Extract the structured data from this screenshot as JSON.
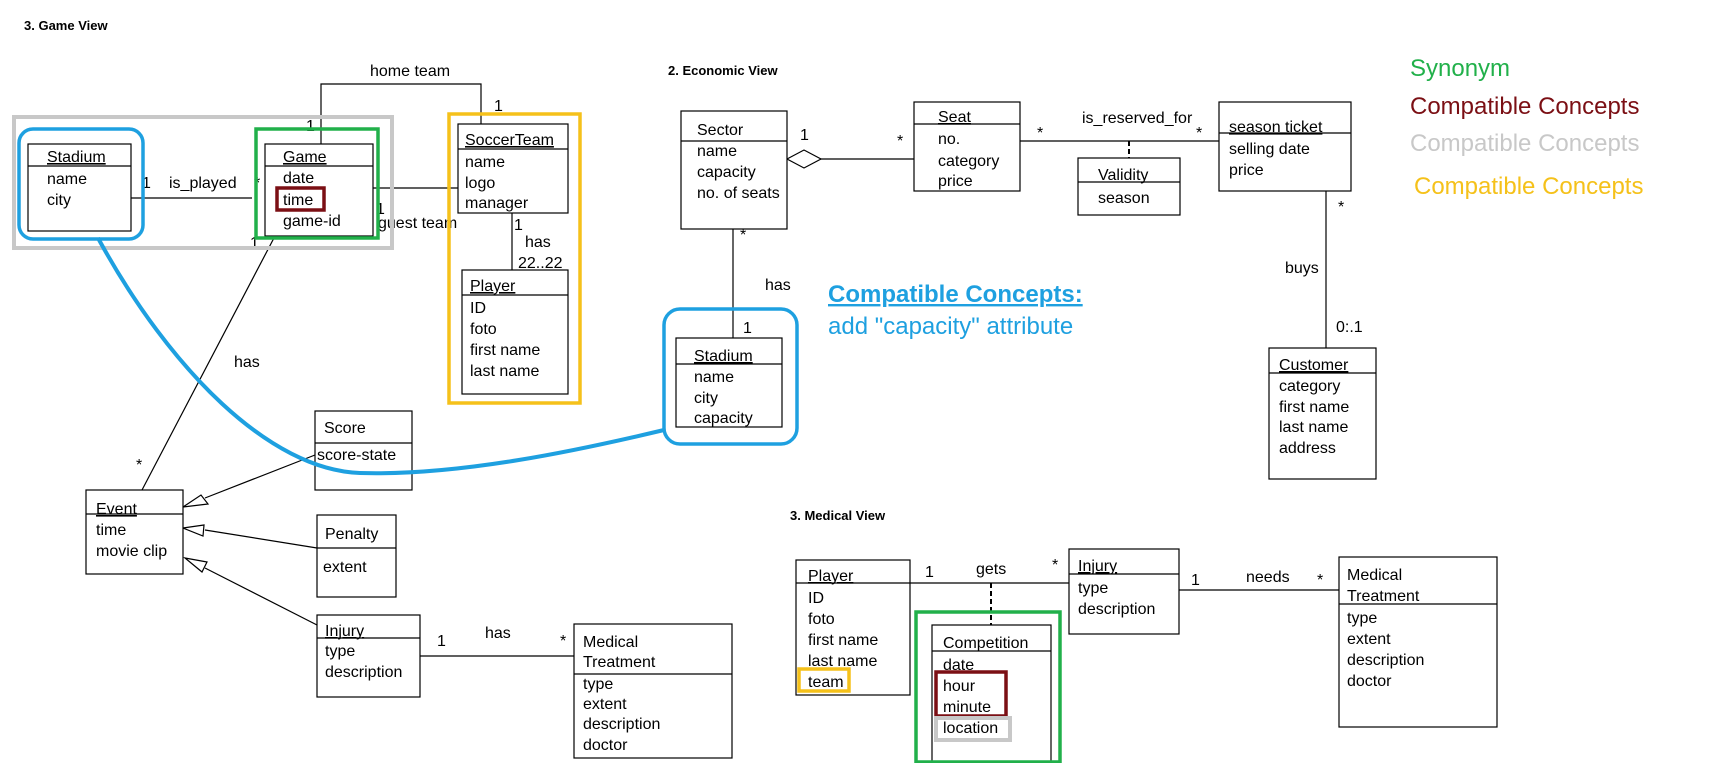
{
  "sections": {
    "game_view": "3. Game View",
    "economic_view": "2. Economic View",
    "medical_view": "3. Medical View"
  },
  "legend": {
    "synonym": "Synonym",
    "compatible_red": "Compatible Concepts",
    "compatible_gray": "Compatible Concepts",
    "compatible_yellow": "Compatible Concepts",
    "colors": {
      "synonym": "#21b04a",
      "red": "#7b0f14",
      "gray": "#c8c8c8",
      "yellow": "#f5c11a",
      "blue": "#1ea0e0"
    }
  },
  "note": {
    "title": "Compatible Concepts:",
    "text": "add \"capacity\" attribute"
  },
  "game_view": {
    "stadium": {
      "name": "Stadium",
      "attrs": [
        "name",
        "city"
      ]
    },
    "game": {
      "name": "Game",
      "attrs": [
        "date",
        "time",
        "game-id"
      ]
    },
    "soccerteam": {
      "name": "SoccerTeam",
      "attrs": [
        "name",
        "logo",
        "manager"
      ]
    },
    "player": {
      "name": "Player",
      "attrs": [
        "ID",
        "foto",
        "first name",
        "last name"
      ]
    },
    "score": {
      "name": "Score",
      "attrs": [
        "score-state"
      ]
    },
    "event": {
      "name": "Event",
      "attrs": [
        "time",
        "movie clip"
      ]
    },
    "penalty": {
      "name": "Penalty",
      "attrs": [
        "extent"
      ]
    },
    "injury": {
      "name": "Injury",
      "attrs": [
        "type",
        "description"
      ]
    },
    "medical": {
      "name1": "Medical",
      "name2": "Treatment",
      "attrs": [
        "type",
        "extent",
        "description",
        "doctor"
      ]
    },
    "labels": {
      "home_team": "home team",
      "guest_team": "guest team",
      "is_played": "is_played",
      "has_players": "has",
      "range_players": "22..22",
      "has_events": "has",
      "has_treatment": "has",
      "one": "1",
      "star": "*"
    }
  },
  "economic_view": {
    "sector": {
      "name": "Sector",
      "attrs": [
        "name",
        "capacity",
        "no. of seats"
      ]
    },
    "seat": {
      "name": "Seat",
      "attrs": [
        "no.",
        "category",
        "price"
      ]
    },
    "validity": {
      "name": "Validity",
      "attrs": [
        "season"
      ]
    },
    "season_ticket": {
      "name": "season ticket",
      "attrs": [
        "selling date",
        "price"
      ]
    },
    "stadium": {
      "name": "Stadium",
      "attrs": [
        "name",
        "city",
        "capacity"
      ]
    },
    "customer": {
      "name": "Customer",
      "attrs": [
        "category",
        "first name",
        "last name",
        "address"
      ]
    },
    "labels": {
      "is_reserved_for": "is_reserved_for",
      "has": "has",
      "buys": "buys",
      "range": "0:.1",
      "one": "1",
      "star": "*"
    }
  },
  "medical_view": {
    "player": {
      "name": "Player",
      "attrs": [
        "ID",
        "foto",
        "first name",
        "last name",
        "team"
      ]
    },
    "injury": {
      "name": "Injury",
      "attrs": [
        "type",
        "description"
      ]
    },
    "competition": {
      "name": "Competition",
      "attrs": [
        "date",
        "hour",
        "minute",
        "location"
      ]
    },
    "medical": {
      "name1": "Medical",
      "name2": "Treatment",
      "attrs": [
        "type",
        "extent",
        "description",
        "doctor"
      ]
    },
    "labels": {
      "gets": "gets",
      "needs": "needs",
      "one": "1",
      "star": "*"
    }
  }
}
